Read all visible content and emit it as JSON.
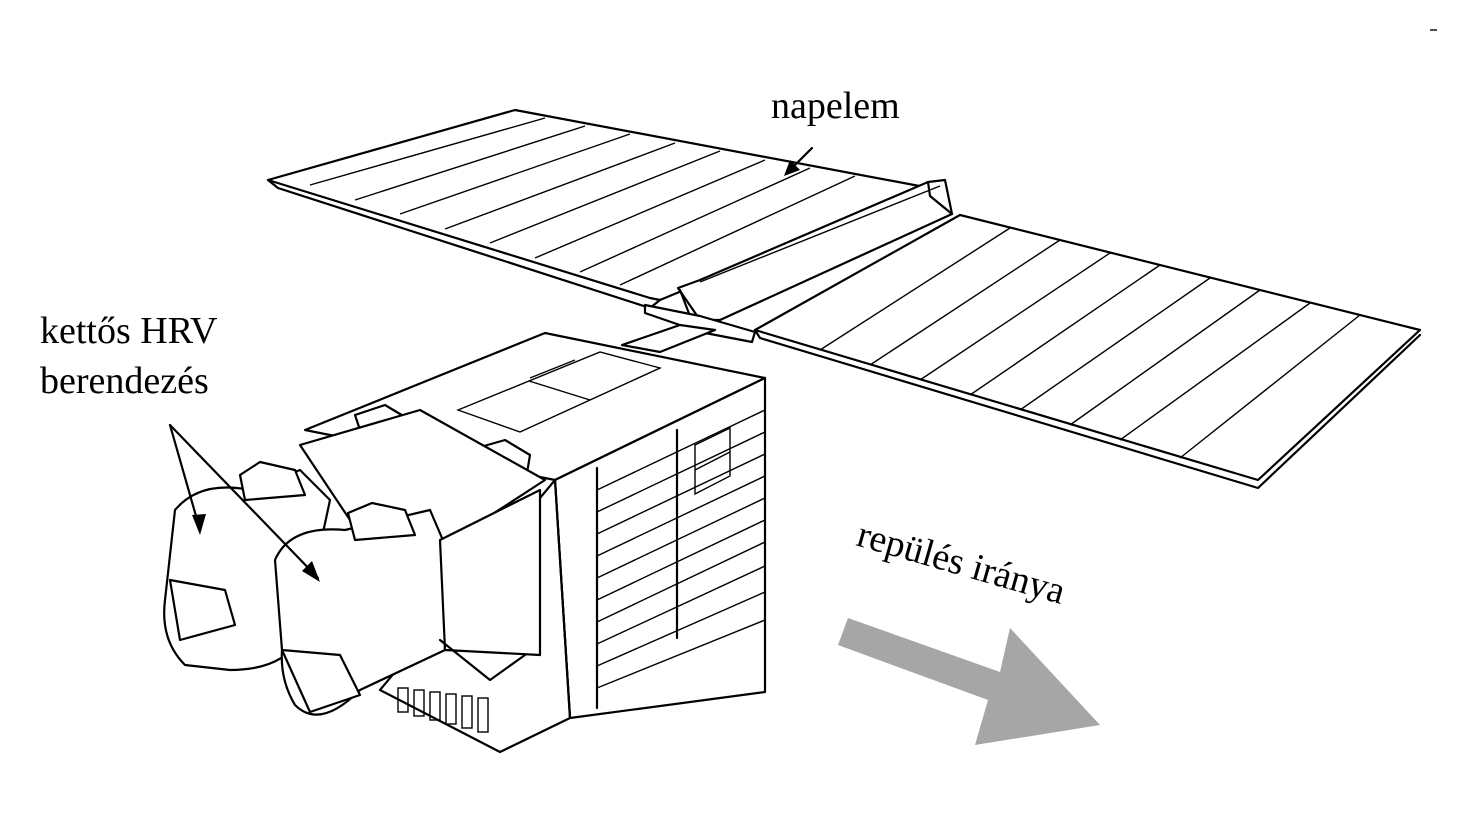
{
  "labels": {
    "solar_panel": "napelem",
    "hrv_line1": "kettős HRV",
    "hrv_line2": "berendezés",
    "flight_direction": "repülés iránya"
  },
  "colors": {
    "line": "#000000",
    "arrow": "#a6a6a6",
    "background": "#ffffff"
  }
}
